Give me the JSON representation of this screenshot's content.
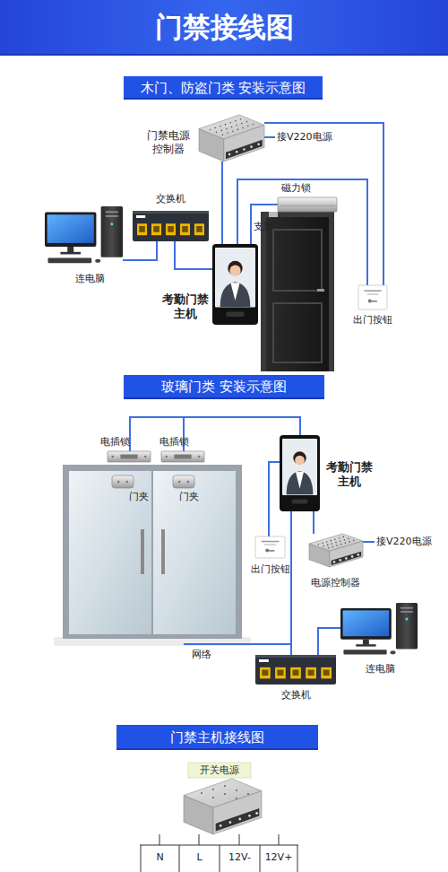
{
  "diagram": {
    "title": "门禁接线图",
    "nodes": [
      {
        "text": [
          "木门、防盗门类 安装示意图"
        ]
      },
      {
        "text": [
          "门禁电源 控制器"
        ]
      },
      {
        "text": [
          "磁力锁"
        ]
      },
      {
        "text": [
          "交换机"
        ]
      },
      {
        "text": [
          "连电脑"
        ]
      },
      {
        "text": [
          "考勤门禁 主机"
        ]
      },
      {
        "text": [
          "出门按钮"
        ]
      },
      {
        "text": [
          "玻璃门类 安装示意图"
        ]
      },
      {
        "text": [
          "电插锁"
        ]
      },
      {
        "text": [
          "电插锁"
        ]
      },
      {
        "text": [
          "考勤门禁 主机"
        ]
      },
      {
        "text": [
          "门夹"
        ]
      },
      {
        "text": [
          "门夹"
        ]
      },
      {
        "text": [
          "出门按钮"
        ]
      },
      {
        "text": [
          "电源控制器"
        ]
      },
      {
        "text": [
          "连电脑"
        ]
      },
      {
        "text": [
          "交换机"
        ]
      },
      {
        "text": [
          "门禁主机接线图"
        ]
      },
      {
        "text": [
          "开关电源"
        ]
      }
    ],
    "edges": [
      {
        "from": 1,
        "to": 5,
        "arrow": "none"
      },
      {
        "from": 1,
        "to": 6,
        "arrow": "none"
      },
      {
        "from": 5,
        "to": 6,
        "arrow": "none"
      },
      {
        "from": 5,
        "to": 2,
        "arrow": "none"
      },
      {
        "from": 3,
        "to": 5,
        "arrow": "none"
      },
      {
        "from": 4,
        "to": 3,
        "arrow": "none"
      },
      {
        "from": 8,
        "to": 10,
        "arrow": "none"
      },
      {
        "from": 9,
        "to": 10,
        "arrow": "none"
      },
      {
        "from": 10,
        "to": 13,
        "arrow": "none"
      },
      {
        "from": 10,
        "to": 14,
        "arrow": "none"
      },
      {
        "from": 10,
        "to": 16,
        "arrow": "none"
      },
      {
        "from": 15,
        "to": 16,
        "arrow": "none"
      }
    ],
    "labels": [
      "接V220电源",
      "支架",
      "接V220电源",
      "网络",
      "N",
      "L",
      "12V-",
      "12V+"
    ]
  }
}
